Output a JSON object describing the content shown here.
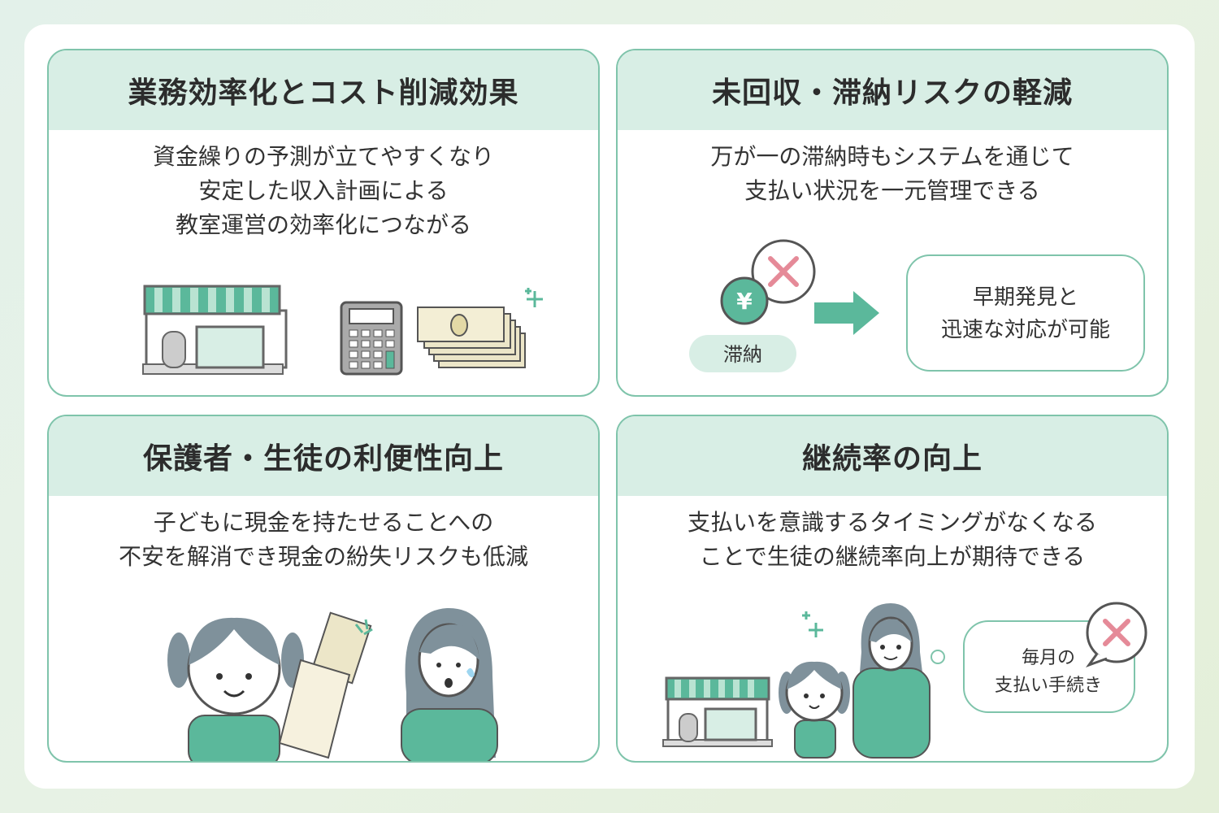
{
  "cards": [
    {
      "title": "業務効率化とコスト削減効果",
      "lines": [
        "資金繰りの予測が立てやすくなり",
        "安定した収入計画による",
        "教室運営の効率化につながる"
      ]
    },
    {
      "title": "未回収・滞納リスクの軽減",
      "lines": [
        "万が一の滞納時もシステムを通じて",
        "支払い状況を一元管理できる"
      ],
      "yen_symbol": "¥",
      "overdue_label": "滞納",
      "result_box": [
        "早期発見と",
        "迅速な対応が可能"
      ]
    },
    {
      "title": "保護者・生徒の利便性向上",
      "lines": [
        "子どもに現金を持たせることへの",
        "不安を解消でき現金の紛失リスクも低減"
      ]
    },
    {
      "title": "継続率の向上",
      "lines": [
        "支払いを意識するタイミングがなくなる",
        "ことで生徒の継続率向上が期待できる"
      ],
      "bubble": [
        "毎月の",
        "支払い手続き"
      ]
    }
  ],
  "colors": {
    "accent": "#5bb89b",
    "header_bg": "#d8eee5",
    "border": "#7fc4ab",
    "cross": "#e58a98",
    "hair": "#7f919b"
  }
}
